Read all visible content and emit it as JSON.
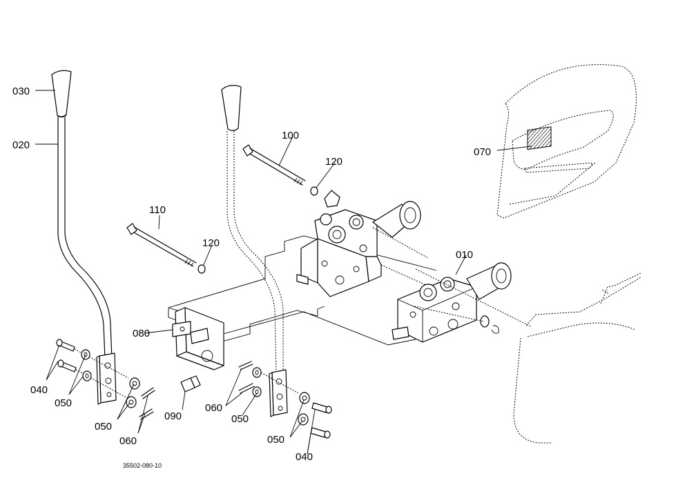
{
  "diagram": {
    "reference_code": "35502-080-10",
    "callouts": {
      "c010": "010",
      "c020": "020",
      "c030": "030",
      "c040a": "040",
      "c040b": "040",
      "c050a": "050",
      "c050b": "050",
      "c050c": "050",
      "c050d": "050",
      "c060a": "060",
      "c060b": "060",
      "c070": "070",
      "c080": "080",
      "c090": "090",
      "c100": "100",
      "c110": "110",
      "c120a": "120",
      "c120b": "120"
    }
  }
}
